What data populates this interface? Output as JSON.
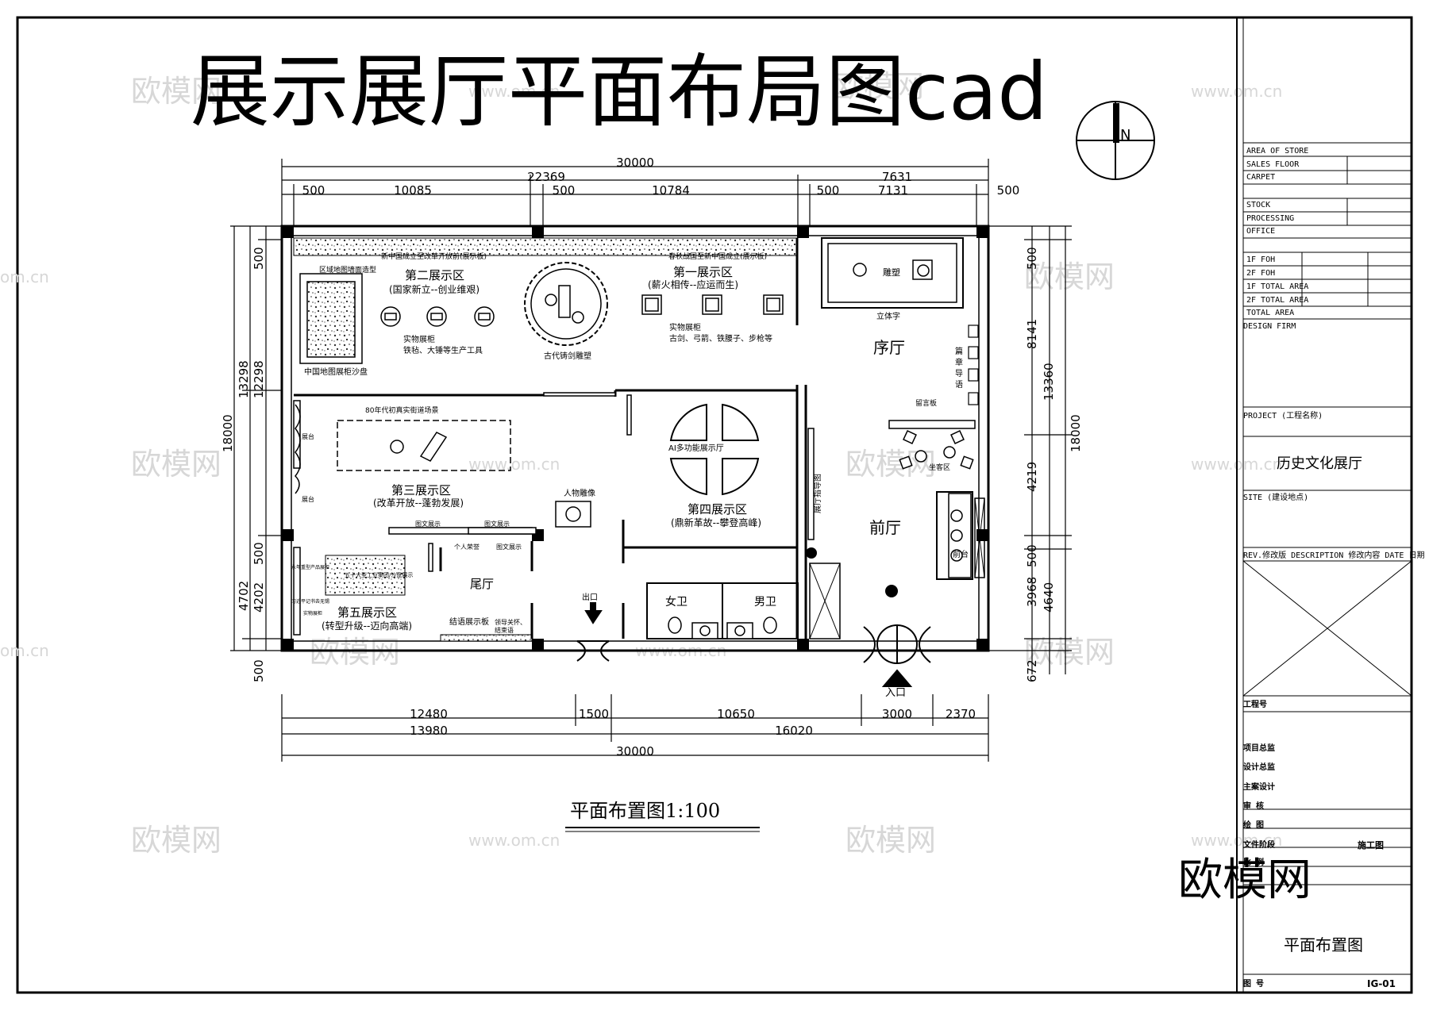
{
  "title": "展示展厅平面布局图cad",
  "north_label": "N",
  "watermarks": [
    "欧模网",
    "www.om.cn",
    "om.cn"
  ],
  "brand_watermark": "欧模网",
  "dims": {
    "top": [
      "30000",
      "22369",
      "7631",
      "500",
      "10085",
      "500",
      "10784",
      "500",
      "7131",
      "500"
    ],
    "left": [
      "18000",
      "13298",
      "12298",
      "500",
      "4702",
      "4202",
      "500",
      "500"
    ],
    "right": [
      "18000",
      "13360",
      "500",
      "8141",
      "4219",
      "500",
      "3968",
      "4640",
      "672"
    ],
    "bottom": [
      "12480",
      "1500",
      "10650",
      "3000",
      "2370",
      "13980",
      "16020",
      "30000"
    ]
  },
  "plan": {
    "board_top_left": "新中国成立至改革开放前(展示板)",
    "board_top_right": "春秋战国至新中国成立(展示板)",
    "wall_scene": "区域地图墙面造型",
    "china_map": "中国地图展柜沙盘",
    "zone2_title": "第二展示区",
    "zone2_sub": "(国家新立--创业维艰)",
    "zone2_cabinet": "实物展柜",
    "zone2_items": "铁毡、大锤等生产工具",
    "sword_sculpture": "古代铸剑雕塑",
    "zone1_title": "第一展示区",
    "zone1_sub": "(薪火相传--应运而生)",
    "zone1_cabinet": "实物展柜",
    "zone1_items": "古剑、弓箭、铁腰子、步枪等",
    "sculpture": "雕塑",
    "relief_text": "立体字",
    "prelude_hall": "序厅",
    "seal_guide": [
      "篇",
      "章",
      "导",
      "语"
    ],
    "message_board": "留言板",
    "lounge": "坐客区",
    "front_hall": "前厅",
    "reception": "前台",
    "street_scene": "80年代初真实街道场景",
    "stage": "展台",
    "zone3_title": "第三展示区",
    "zone3_sub": "(改革开放--蓬勃发展)",
    "text_display": "图文展示",
    "personal_honor": "个人荣誉",
    "industry_sandtable": "五十大型工业集团/沙盘展示",
    "small_case": "永年重型产品展柜",
    "secretary": "习近平记书去无锡",
    "real_case": "实物展柜",
    "zone5_title": "第五展示区",
    "zone5_sub": "(转型升级--迈向高端)",
    "tail_hall": "尾厅",
    "closing_board": "结语展示板",
    "leader_care": "领导关怀、",
    "closing_words": "结束语",
    "person_sculpture": "人物雕像",
    "exit": "出口",
    "ai_hall": "AI多功能展示厅",
    "zone4_title": "第四展示区",
    "zone4_sub": "(鼎新革故--攀登高峰)",
    "guide_map": "展厅指导图",
    "female_wc": "女卫",
    "male_wc": "男卫",
    "entrance": "入口",
    "caption": "平面布置图1:100"
  },
  "titleblock": {
    "area_of_store": "AREA OF STORE",
    "sales_floor": "SALES FLOOR",
    "carpet": "CARPET",
    "stock": "STOCK",
    "processing": "PROCESSING",
    "office": "OFFICE",
    "foh1": "1F FOH",
    "foh2": "2F FOH",
    "total1": "1F TOTAL AREA",
    "total2": "2F TOTAL AREA",
    "total": "TOTAL AREA",
    "design_firm": "DESIGN FIRM",
    "project_label": "PROJECT (工程名称)",
    "project_name": "历史文化展厅",
    "site_label": "SITE  (建设地点)",
    "revision_header": "REV.修改版 DESCRIPTION 修改内容 DATE 日期",
    "project_no": "工程号",
    "project_director": "项目总监",
    "design_director": "设计总监",
    "lead_designer": "主案设计",
    "review": "审  核",
    "drawn": "绘  图",
    "file_status": "文件阶段",
    "stage_value": "施工图",
    "scale": "比  例",
    "drawing_title": "平面布置图",
    "drawing_no_label": "图  号",
    "drawing_no": "IG-01"
  }
}
